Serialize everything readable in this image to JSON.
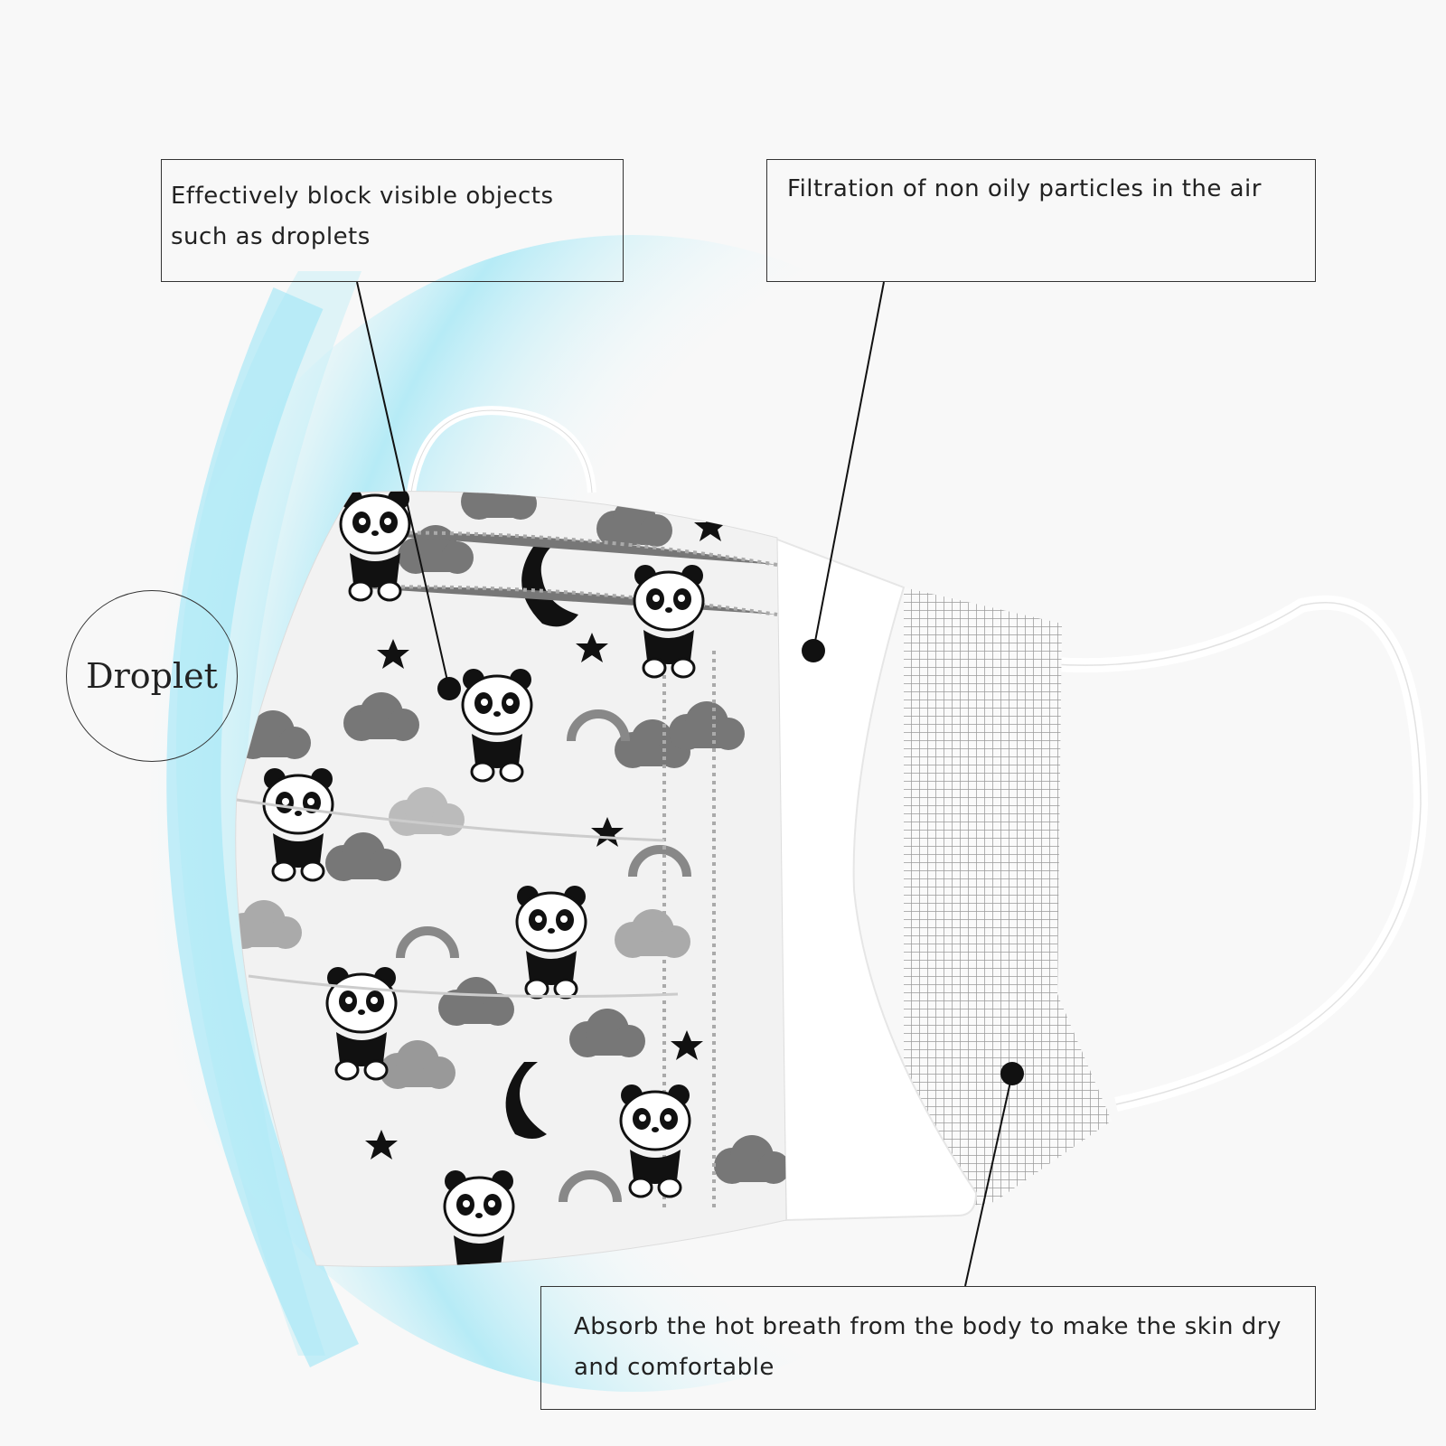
{
  "callouts": {
    "outer_layer": "Effectively block visible objects such as droplets",
    "middle_layer": "Filtration of non oily particles in the air",
    "inner_layer": "Absorb the hot breath from the body to make the skin dry and comfortable"
  },
  "droplet_label": "Droplet",
  "colors": {
    "shield": "#8fe3f5",
    "pattern": "#888888"
  }
}
